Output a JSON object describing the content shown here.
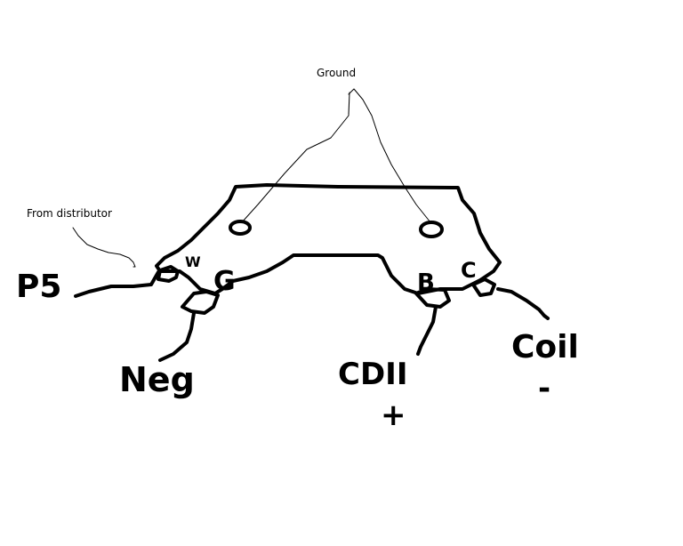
{
  "labels": {
    "ground": "Ground",
    "from_distributor": "From distributor",
    "p5": "P5",
    "neg": "Neg",
    "coil_plus": "CDII",
    "plus_sign": "+",
    "coil_minus": "Coil",
    "minus_sign": "-"
  },
  "terminals": {
    "w": "W",
    "g": "G",
    "b": "B",
    "c": "C"
  },
  "colors": {
    "ink": "#000000",
    "background": "#ffffff"
  }
}
